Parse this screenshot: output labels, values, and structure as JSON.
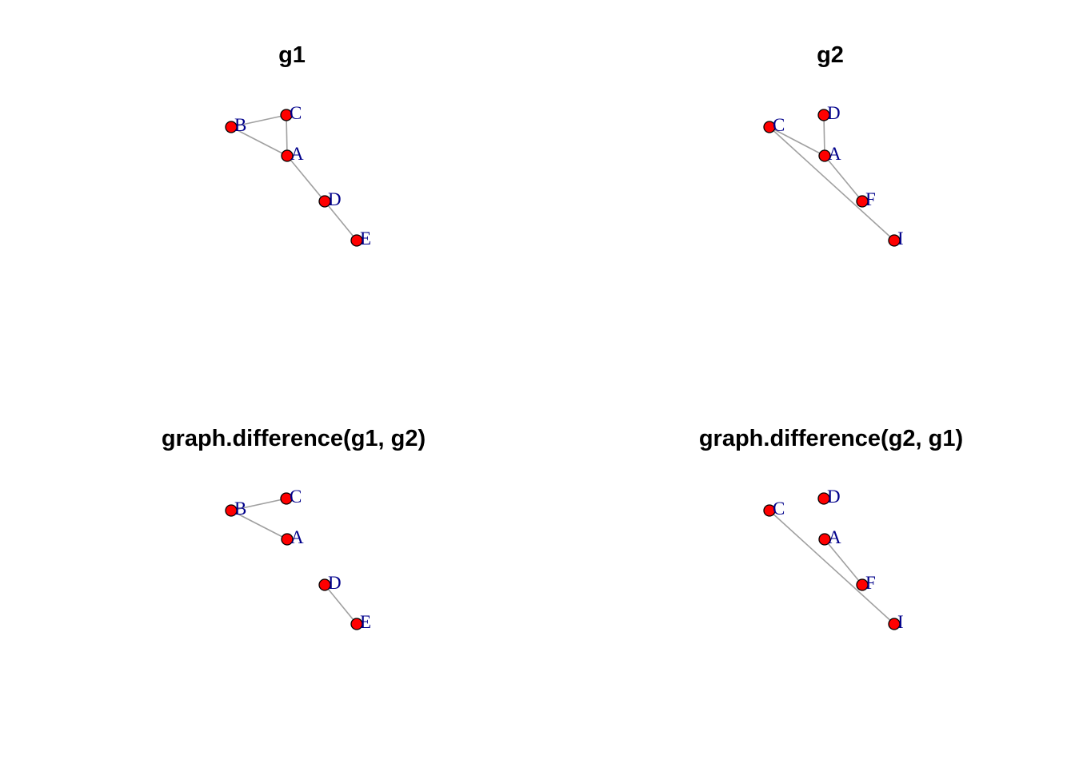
{
  "panels": [
    {
      "title": "g1",
      "nodes": [
        {
          "id": "A",
          "label": "A"
        },
        {
          "id": "B",
          "label": "B"
        },
        {
          "id": "C",
          "label": "C"
        },
        {
          "id": "D",
          "label": "D"
        },
        {
          "id": "E",
          "label": "E"
        }
      ],
      "edges": [
        [
          "B",
          "C"
        ],
        [
          "B",
          "A"
        ],
        [
          "C",
          "A"
        ],
        [
          "A",
          "D"
        ],
        [
          "D",
          "E"
        ]
      ]
    },
    {
      "title": "g2",
      "nodes": [
        {
          "id": "A",
          "label": "A"
        },
        {
          "id": "C",
          "label": "C"
        },
        {
          "id": "D",
          "label": "D"
        },
        {
          "id": "F",
          "label": "F"
        },
        {
          "id": "I",
          "label": "I"
        }
      ],
      "edges": [
        [
          "C",
          "A"
        ],
        [
          "C",
          "I"
        ],
        [
          "D",
          "A"
        ],
        [
          "A",
          "F"
        ]
      ]
    },
    {
      "title": "graph.difference(g1, g2)",
      "nodes": [
        {
          "id": "A",
          "label": "A"
        },
        {
          "id": "B",
          "label": "B"
        },
        {
          "id": "C",
          "label": "C"
        },
        {
          "id": "D",
          "label": "D"
        },
        {
          "id": "E",
          "label": "E"
        }
      ],
      "edges": [
        [
          "B",
          "C"
        ],
        [
          "B",
          "A"
        ],
        [
          "D",
          "E"
        ]
      ]
    },
    {
      "title": "graph.difference(g2, g1)",
      "nodes": [
        {
          "id": "A",
          "label": "A"
        },
        {
          "id": "C",
          "label": "C"
        },
        {
          "id": "D",
          "label": "D"
        },
        {
          "id": "F",
          "label": "F"
        },
        {
          "id": "I",
          "label": "I"
        }
      ],
      "edges": [
        [
          "C",
          "I"
        ],
        [
          "A",
          "F"
        ]
      ]
    }
  ],
  "colors": {
    "node_fill": "#ff0000",
    "node_stroke": "#000000",
    "edge": "#a0a0a0",
    "label": "#00008b"
  }
}
